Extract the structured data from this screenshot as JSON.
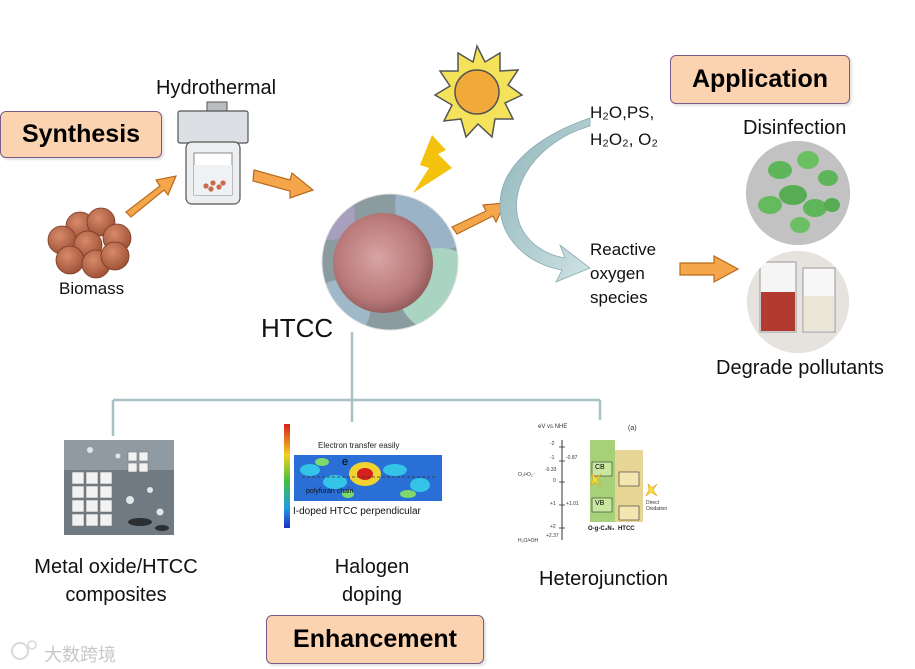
{
  "synthesis": {
    "tag": "Synthesis",
    "hydrothermal_label": "Hydrothermal",
    "biomass_label": "Biomass"
  },
  "center": {
    "htcc_label": "HTCC"
  },
  "application": {
    "tag": "Application",
    "reactants_line1": "H₂O,PS,",
    "reactants_line2": "H₂O₂, O₂",
    "ros_line1": "Reactive",
    "ros_line2": "oxygen",
    "ros_line3": "species",
    "disinfection_label": "Disinfection",
    "degrade_label": "Degrade pollutants"
  },
  "enhancement": {
    "tag": "Enhancement",
    "composites_line1": "Metal oxide/HTCC",
    "composites_line2": "composites",
    "halogen_line1": "Halogen",
    "halogen_line2": "doping",
    "heterojunction_label": "Heterojunction",
    "halogen_inset": {
      "top_text": "Electron transfer easily",
      "caption": "I-doped HTCC perpendicular",
      "electron_symbol": "e",
      "polyfuran_label": "polyfuran chain"
    },
    "hetero_inset": {
      "axis_label": "eV vs NHE",
      "panel_label": "(a)",
      "cb_label": "CB",
      "vb_label": "VB",
      "materials_label": "O-g-C₃N₄  HTCC",
      "oxidation_label": "Direct Oxidation",
      "levels": [
        "-2",
        "-1",
        "-0.87",
        "-0.33",
        "0",
        "+1",
        "+1.01",
        "+2",
        "+2.37"
      ],
      "o2_label": "O₂/•O₂⁻",
      "h2o_label": "H₂O/•OH"
    }
  },
  "watermark": {
    "text": "大数跨境"
  },
  "colors": {
    "tag_fill": "#fbd3b1",
    "tag_border": "#7a5c8a",
    "arrow_orange": "#f5a64a",
    "connector": "#a7c1c4",
    "sun": "#f1a93a",
    "lightning": "#f4c20d"
  }
}
